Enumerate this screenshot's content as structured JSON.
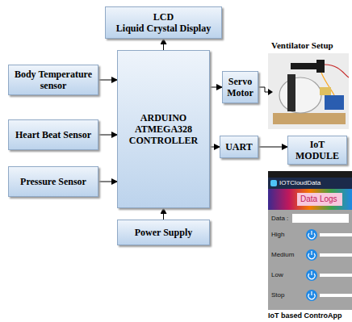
{
  "diagram": {
    "nodes": [
      {
        "text": [
          "LCD",
          "Liquid Crystal Display"
        ]
      },
      {
        "text": [
          "Body Temperature sensor"
        ]
      },
      {
        "text": [
          "Heart Beat Sensor"
        ]
      },
      {
        "text": [
          "Pressure Sensor"
        ]
      },
      {
        "text": [
          "ARDUINO ATMEGA328 CONTROLLER"
        ]
      },
      {
        "text": [
          "Power Supply"
        ]
      },
      {
        "text": [
          "Servo Motor"
        ]
      },
      {
        "text": [
          "UART"
        ]
      },
      {
        "text": [
          "IoT MODULE"
        ]
      }
    ],
    "edges": [
      {
        "from": 1,
        "to": 4,
        "arrow": "to"
      },
      {
        "from": 2,
        "to": 4,
        "arrow": "to"
      },
      {
        "from": 3,
        "to": 4,
        "arrow": "to"
      },
      {
        "from": 4,
        "to": 0,
        "arrow": "to"
      },
      {
        "from": 4,
        "to": 6,
        "arrow": "to"
      },
      {
        "from": 4,
        "to": 7,
        "arrow": "to"
      },
      {
        "from": 7,
        "to": 8,
        "arrow": "to"
      },
      {
        "from": 5,
        "to": 4,
        "arrow": "to"
      }
    ],
    "labels": [
      "Ventilator Setup",
      "IOTCloudData",
      "Data Logs",
      "Data :",
      "High",
      "Medium",
      "Low",
      "Stop",
      "IoT based ControApp"
    ]
  }
}
